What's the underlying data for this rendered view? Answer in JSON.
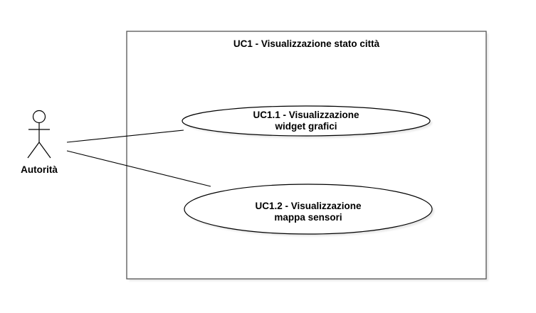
{
  "system": {
    "title": "UC1 - Visualizzazione stato città"
  },
  "actor": {
    "name": "Autorità"
  },
  "use_cases": [
    {
      "line1": "UC1.1 - Visualizzazione",
      "line2": "widget grafici"
    },
    {
      "line1": "UC1.2 - Visualizzazione",
      "line2": "mappa sensori"
    }
  ],
  "colors": {
    "stroke": "#000000",
    "fill": "#ffffff",
    "shadow": "#e6e6e6",
    "border": "#4d4d4d"
  }
}
